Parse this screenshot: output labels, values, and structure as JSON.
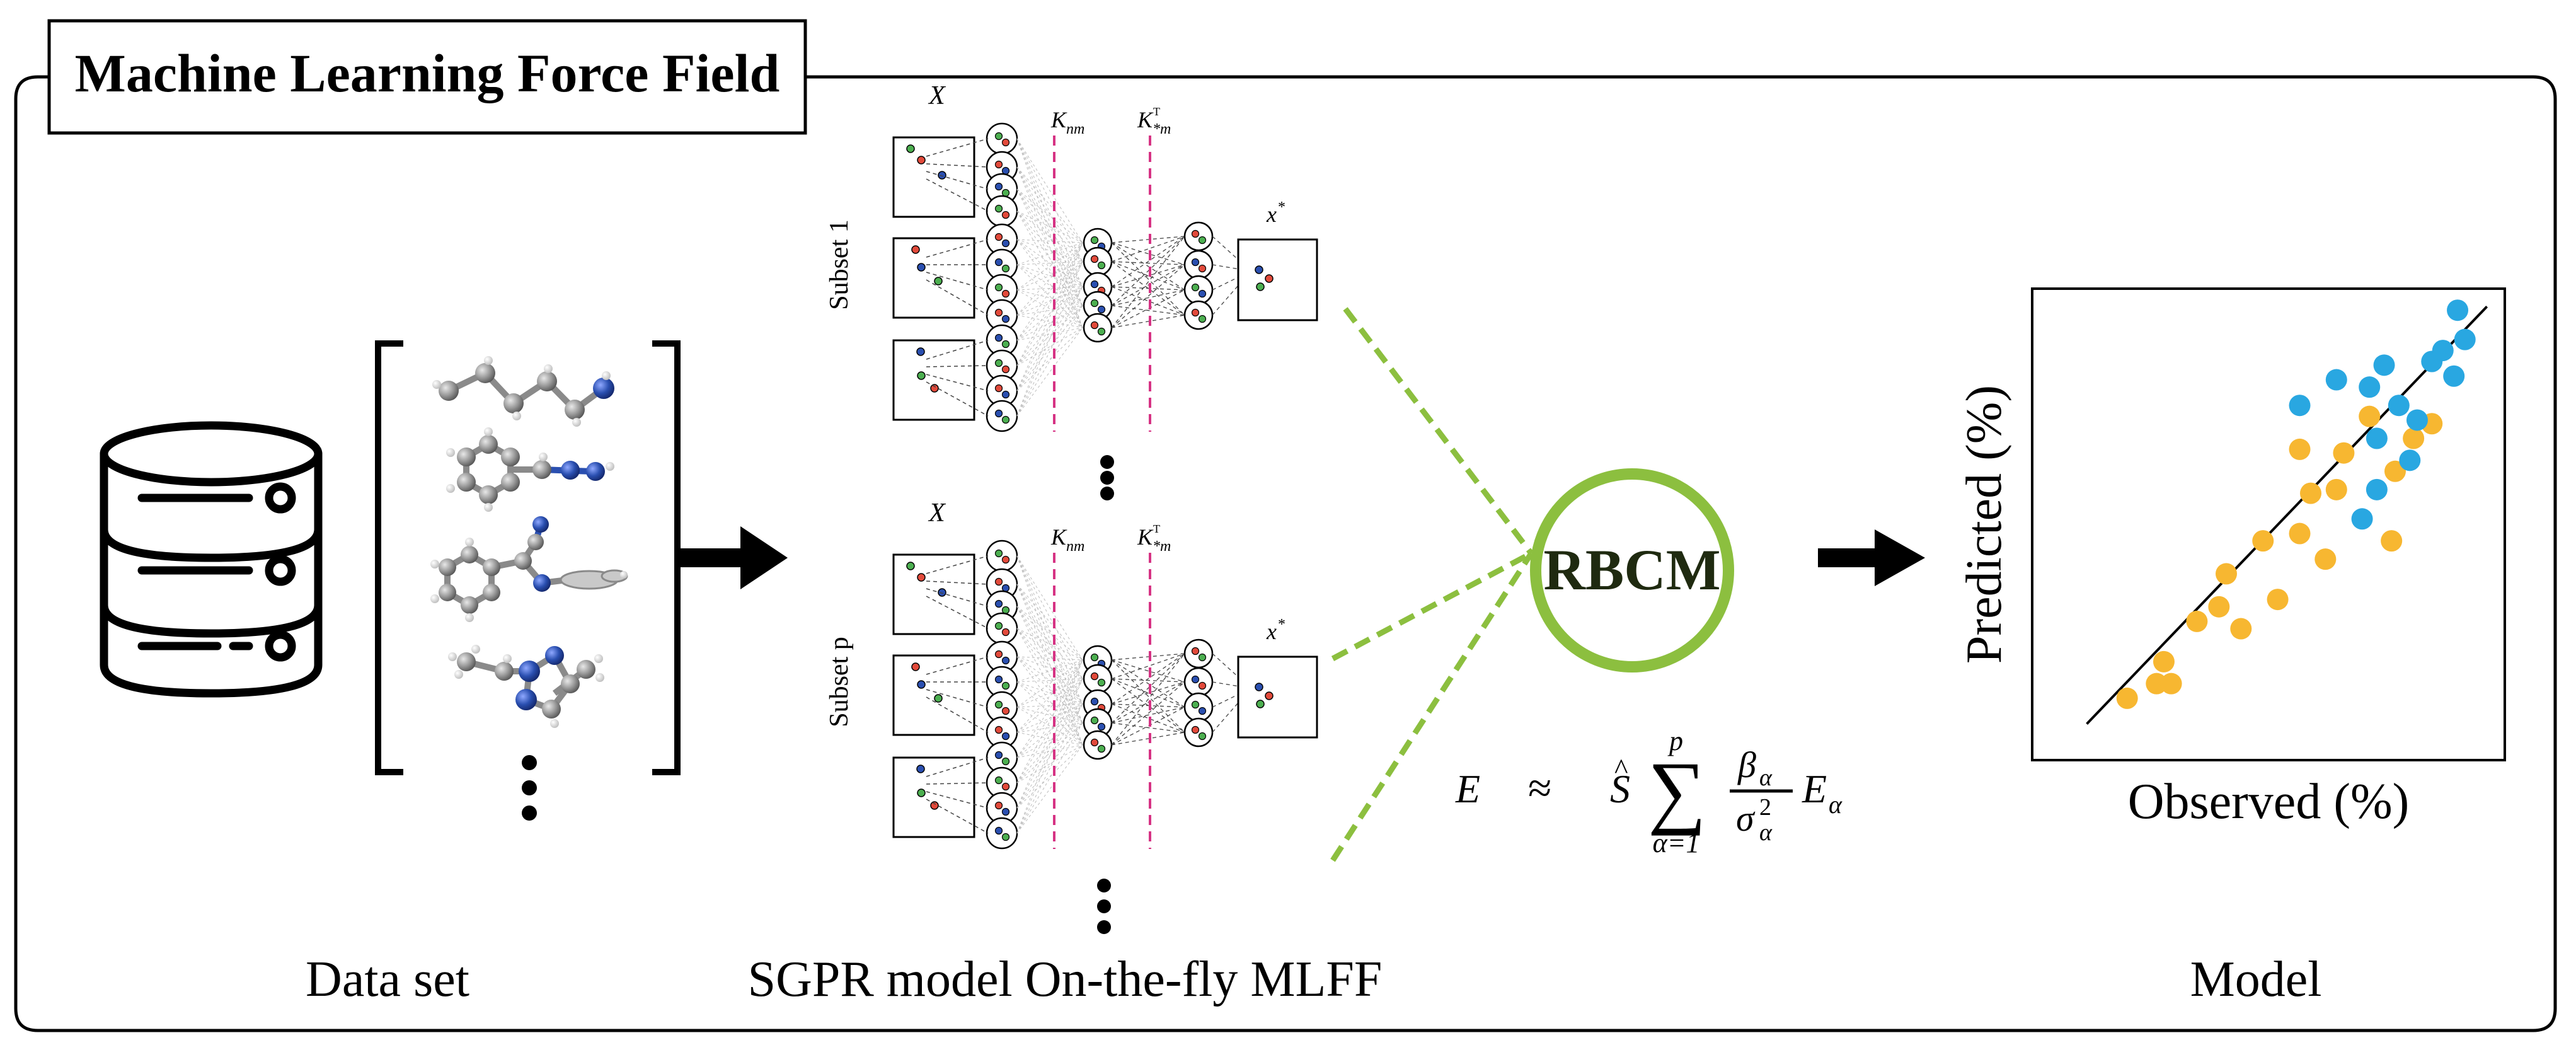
{
  "title": "Machine Learning Force Field",
  "labels": {
    "dataset": "Data set",
    "sgpr": "SGPR model On-the-fly MLFF",
    "model": "Model",
    "rbcm": "RBCM"
  },
  "subsets": [
    {
      "name": "Subset 1",
      "x_label": "X",
      "knm": "K",
      "knm_sub": "nm",
      "ksm": "K",
      "ksm_sup": "T",
      "ksm_sub": "*m",
      "xstar": "x",
      "xstar_sup": "*"
    },
    {
      "name": "Subset p",
      "x_label": "X",
      "knm": "K",
      "knm_sub": "nm",
      "ksm": "K",
      "ksm_sup": "T",
      "ksm_sub": "*m",
      "xstar": "x",
      "xstar_sup": "*"
    }
  ],
  "equation": {
    "lhs": "E",
    "approx": "≈",
    "S": "S",
    "S_hat": "^",
    "sum": "∑",
    "upper": "p",
    "lower": "α=1",
    "numerator": "β",
    "numerator_sub": "α",
    "denominator": "σ",
    "denominator_sub": "α",
    "denominator_sup": "2",
    "term": "E",
    "term_sub": "α"
  },
  "plot": {
    "xlabel": "Observed (%)",
    "ylabel": "Predicted (%)"
  },
  "colors": {
    "frame": "#000000",
    "accent_green": "#8cbf3f",
    "kernel_pink": "#d63384",
    "point_orange": "#f7b731",
    "point_blue": "#29a7e1",
    "atom_gray": "#9a9a9a",
    "atom_blue": "#2a4fb0",
    "atom_red": "#e24a3b",
    "atom_green": "#4caf50"
  },
  "icons": [
    "database-icon",
    "molecule-icon",
    "arrow-right-icon",
    "ellipsis-icon"
  ],
  "chart_data": {
    "type": "scatter",
    "series": [
      {
        "values": [
          [
            0.14,
            0.05
          ],
          [
            0.22,
            0.09
          ],
          [
            0.26,
            0.09
          ],
          [
            0.24,
            0.15
          ],
          [
            0.33,
            0.26
          ],
          [
            0.39,
            0.3
          ],
          [
            0.41,
            0.39
          ],
          [
            0.45,
            0.24
          ],
          [
            0.55,
            0.32
          ],
          [
            0.51,
            0.48
          ],
          [
            0.61,
            0.5
          ],
          [
            0.68,
            0.43
          ],
          [
            0.64,
            0.61
          ],
          [
            0.71,
            0.62
          ],
          [
            0.61,
            0.73
          ],
          [
            0.73,
            0.72
          ],
          [
            0.86,
            0.48
          ],
          [
            0.8,
            0.82
          ],
          [
            0.87,
            0.67
          ],
          [
            0.92,
            0.76
          ],
          [
            0.97,
            0.8
          ]
        ]
      },
      {
        "values": [
          [
            0.61,
            0.85
          ],
          [
            0.71,
            0.92
          ],
          [
            0.8,
            0.9
          ],
          [
            0.84,
            0.96
          ],
          [
            0.82,
            0.76
          ],
          [
            0.88,
            0.85
          ],
          [
            0.91,
            0.7
          ],
          [
            0.93,
            0.81
          ],
          [
            0.97,
            0.97
          ],
          [
            1.0,
            1.0
          ],
          [
            1.04,
            1.11
          ],
          [
            1.06,
            1.03
          ],
          [
            0.82,
            0.62
          ],
          [
            0.78,
            0.54
          ],
          [
            1.03,
            0.93
          ]
        ]
      }
    ],
    "trendline": true
  }
}
